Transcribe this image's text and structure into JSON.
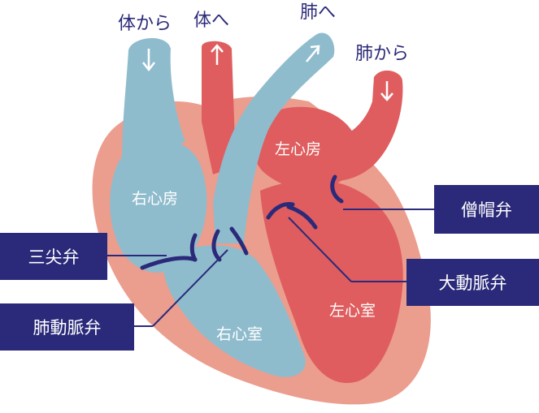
{
  "flow_labels": {
    "from_body": "体から",
    "to_body": "体へ",
    "to_lungs": "肺へ",
    "from_lungs": "肺から"
  },
  "chambers": {
    "right_atrium": "右心房",
    "left_atrium": "左心房",
    "right_ventricle": "右心室",
    "left_ventricle": "左心室"
  },
  "valves": {
    "tricuspid": "三尖弁",
    "pulmonary": "肺動脈弁",
    "mitral": "僧帽弁",
    "aortic": "大動脈弁"
  },
  "colors": {
    "outer_muscle": "#eb9d8e",
    "left_blood": "#df5d5e",
    "right_blood": "#8fbccd",
    "valve_dark": "#2b2a7a",
    "label_box": "#2b2a7a"
  }
}
